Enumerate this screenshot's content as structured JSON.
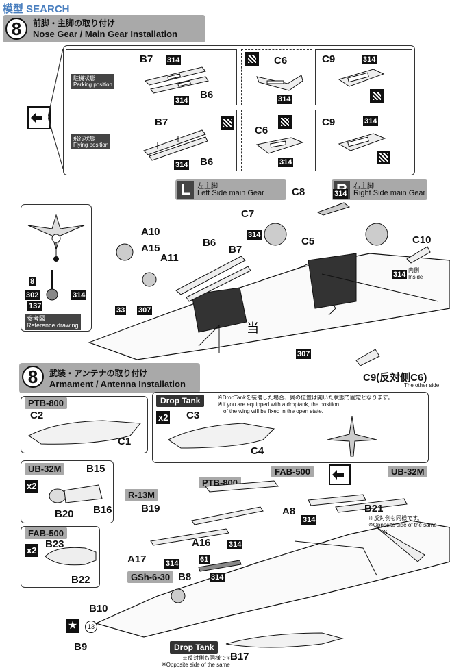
{
  "watermark": "模型 SEARCH",
  "step7": {
    "number": "8",
    "title_jp": "前脚・主脚の取り付け",
    "title_en": "Nose Gear / Main Gear Installation",
    "parking_jp": "駐機状態",
    "parking_en": "Parking position",
    "flying_jp": "飛行状態",
    "flying_en": "Flying position",
    "labels": {
      "b7a": "B7",
      "b6a": "B6",
      "c6a": "C6",
      "c9a": "C9",
      "b7b": "B7",
      "b6b": "B6",
      "c6b": "C6",
      "c9b": "C9"
    },
    "left_gear_letter": "L",
    "left_gear_jp": "左主脚",
    "left_gear_en": "Left Side main Gear",
    "right_gear_letter": "R",
    "right_gear_jp": "右主脚",
    "right_gear_en": "Right Side main Gear",
    "parts": {
      "c8": "C8",
      "c7": "C7",
      "c5": "C5",
      "c10": "C10",
      "a10": "A10",
      "a15": "A15",
      "a11": "A11",
      "b6": "B6",
      "b7": "B7"
    },
    "ref_nums": {
      "n8": "8",
      "n302": "302",
      "n137": "137",
      "n33": "33",
      "n307a": "307",
      "n307b": "307"
    },
    "ref_jp": "参考図",
    "ref_en": "Reference drawing",
    "inside_jp": "内側",
    "inside_en": "Inside",
    "c9_other": "C9(反対側C6)",
    "c9_other_en": "The other side"
  },
  "step8": {
    "number": "8",
    "title_jp": "武装・アンテナの取り付け",
    "title_en": "Armament / Antenna Installation",
    "ptb_tag": "PTB-800",
    "ptb_c2": "C2",
    "ptb_c1": "C1",
    "drop_tag": "Drop Tank",
    "drop_x2": "x2",
    "drop_c3": "C3",
    "drop_c4": "C4",
    "drop_note_jp": "※DropTankを装備した場合、翼の位置は開いた状態で固定となります。",
    "drop_note_en1": "※If you are equipped with a droptank, the position",
    "drop_note_en2": "of the wing will be fixed in the open state.",
    "ub32_tag": "UB-32M",
    "ub32_x2": "x2",
    "ub32_b15": "B15",
    "ub32_b20": "B20",
    "ub32_b16": "B16",
    "fab_tag": "FAB-500",
    "fab_x2": "x2",
    "fab_b23": "B23",
    "fab_b22": "B22",
    "ptb2_tag": "PTB-800",
    "fab2_tag": "FAB-500",
    "ub2_tag": "UB-32M",
    "r13_tag": "R-13M",
    "gsh_tag": "GSh-6-30",
    "drop2_tag": "Drop Tank",
    "parts": {
      "b19": "B19",
      "a8": "A8",
      "b21": "B21",
      "a17": "A17",
      "a16": "A16",
      "b8": "B8",
      "b10": "B10",
      "b9": "B9",
      "b17": "B17",
      "n61": "61",
      "n13": "13"
    },
    "b21_note_jp": "※反対側も同様です。",
    "b21_note_en": "※Opposite side of the same",
    "b17_note_jp": "※反対側も同様です。",
    "b17_note_en": "※Opposite side of the same"
  },
  "part_code": "314"
}
